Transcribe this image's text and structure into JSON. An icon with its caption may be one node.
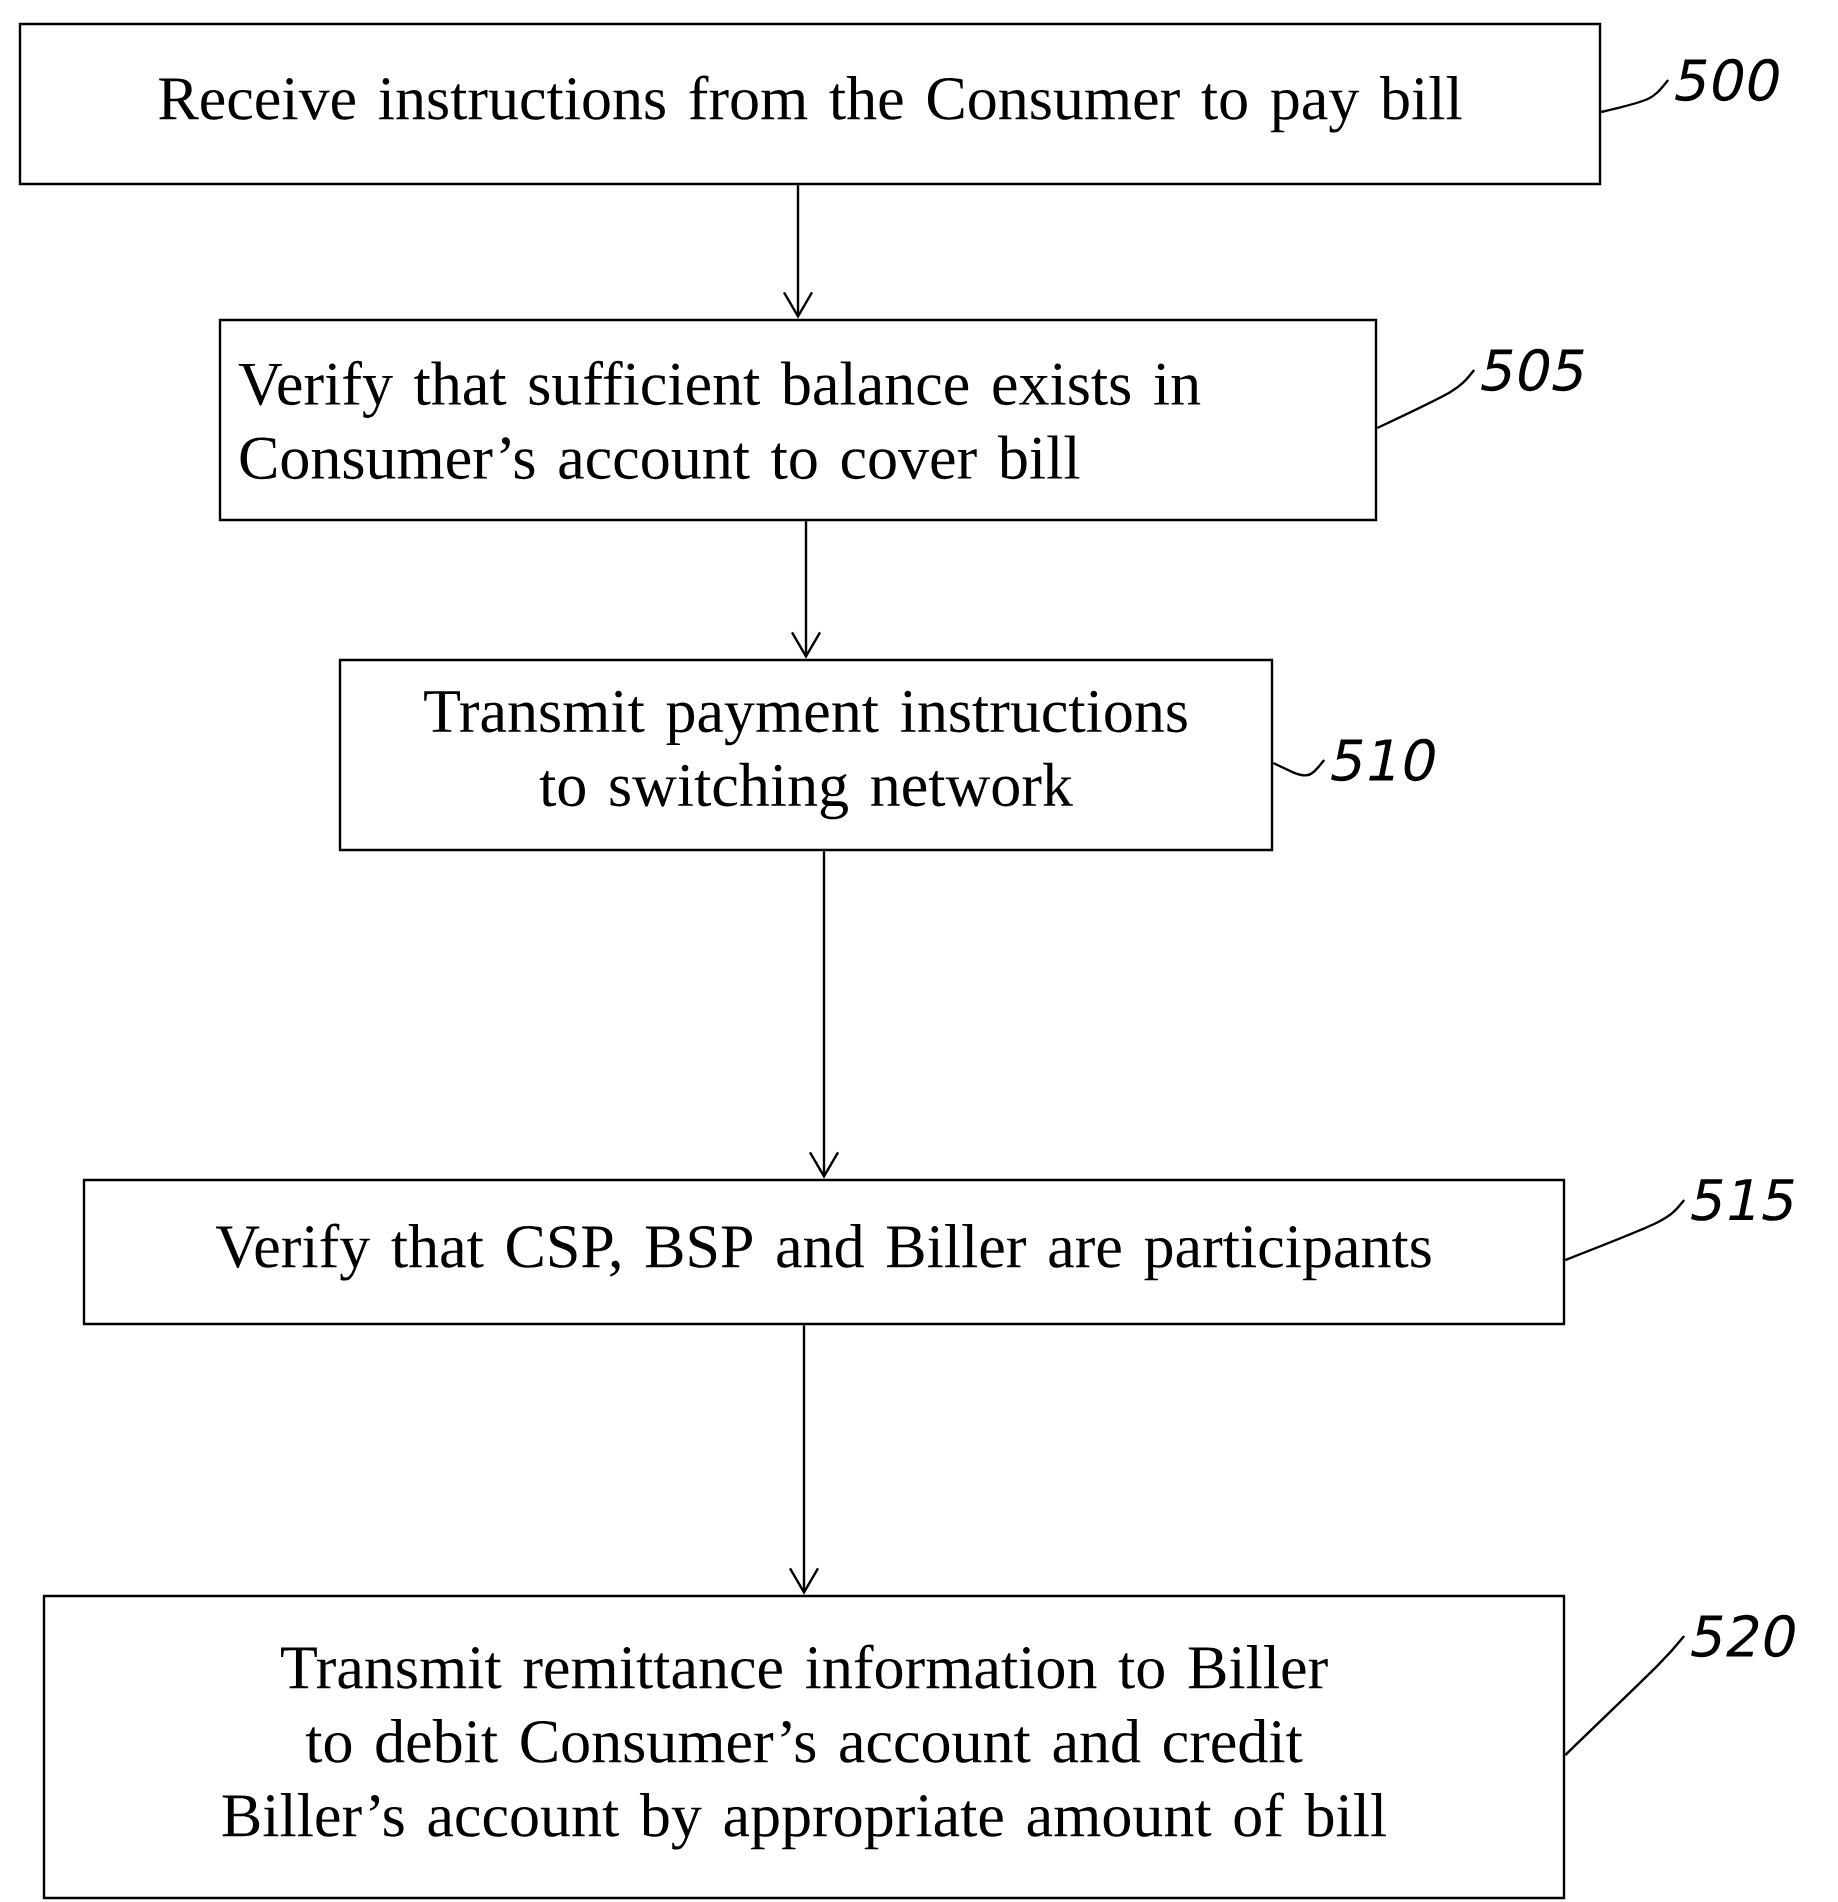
{
  "diagram": {
    "nodes": [
      {
        "text": [
          "Receive instructions from the Consumer to pay bill"
        ]
      },
      {
        "text": [
          "Verify that sufficient balance exists in Consumer’s account to cover bill"
        ]
      },
      {
        "text": [
          "Transmit payment instructions to switching network"
        ]
      },
      {
        "text": [
          "Verify that CSP, BSP and Biller are participants"
        ]
      },
      {
        "text": [
          "Transmit remittance information to Biller to debit Consumer’s account and credit Biller’s account by appropriate amount of bill"
        ]
      },
      {
        "text": [
          "500"
        ]
      },
      {
        "text": [
          "505"
        ]
      },
      {
        "text": [
          "510"
        ]
      },
      {
        "text": [
          "515"
        ]
      },
      {
        "text": [
          "520"
        ]
      }
    ],
    "edges": [
      {
        "from": 0,
        "to": 1,
        "arrow": "to"
      },
      {
        "from": 1,
        "to": 2,
        "arrow": "to"
      },
      {
        "from": 2,
        "to": 3,
        "arrow": "to"
      },
      {
        "from": 3,
        "to": 4,
        "arrow": "to"
      },
      {
        "from": 5,
        "to": 0,
        "arrow": "none"
      },
      {
        "from": 6,
        "to": 1,
        "arrow": "none"
      },
      {
        "from": 7,
        "to": 2,
        "arrow": "none"
      },
      {
        "from": 8,
        "to": 3,
        "arrow": "none"
      },
      {
        "from": 9,
        "to": 4,
        "arrow": "none"
      }
    ]
  }
}
